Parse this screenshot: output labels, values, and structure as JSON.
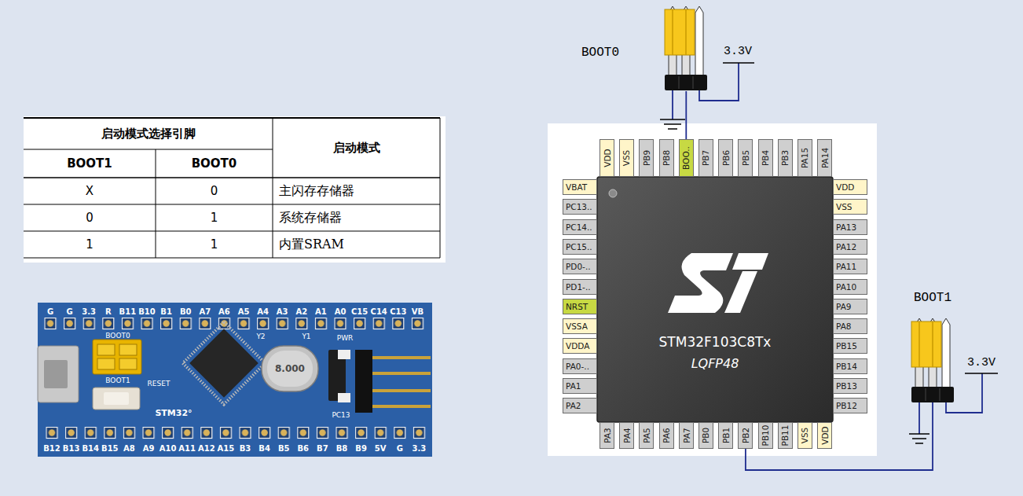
{
  "diagram": {
    "nodes": [
      {
        "text": [
          "BOOT0"
        ]
      },
      {
        "text": [
          "VDD"
        ]
      },
      {
        "text": [
          "VSS"
        ]
      },
      {
        "text": [
          "PB9"
        ]
      },
      {
        "text": [
          "PB8"
        ]
      },
      {
        "text": [
          "BOO.."
        ]
      },
      {
        "text": [
          "PB7"
        ]
      },
      {
        "text": [
          "PB6"
        ]
      },
      {
        "text": [
          "PB5"
        ]
      },
      {
        "text": [
          "PB4"
        ]
      },
      {
        "text": [
          "PB3"
        ]
      },
      {
        "text": [
          "PA15"
        ]
      },
      {
        "text": [
          "PA14"
        ]
      },
      {
        "text": [
          "STM32F103C8Tx",
          "LQFP48"
        ]
      },
      {
        "text": [
          "VBAT"
        ]
      },
      {
        "text": [
          "PC13.."
        ]
      },
      {
        "text": [
          "PC14.."
        ]
      },
      {
        "text": [
          "PC15.."
        ]
      },
      {
        "text": [
          "PD0-.."
        ]
      },
      {
        "text": [
          "PD1-.."
        ]
      },
      {
        "text": [
          "NRST"
        ]
      },
      {
        "text": [
          "VSSA"
        ]
      },
      {
        "text": [
          "VDDA"
        ]
      },
      {
        "text": [
          "PA0-.."
        ]
      },
      {
        "text": [
          "PA1"
        ]
      },
      {
        "text": [
          "PA2"
        ]
      },
      {
        "text": [
          "VDD"
        ]
      },
      {
        "text": [
          "VSS"
        ]
      },
      {
        "text": [
          "PA13"
        ]
      },
      {
        "text": [
          "PA12"
        ]
      },
      {
        "text": [
          "PA11"
        ]
      },
      {
        "text": [
          "PA10"
        ]
      },
      {
        "text": [
          "PA9"
        ]
      },
      {
        "text": [
          "PA8"
        ]
      },
      {
        "text": [
          "PB15"
        ]
      },
      {
        "text": [
          "PB14"
        ]
      },
      {
        "text": [
          "PB13"
        ]
      },
      {
        "text": [
          "PB12"
        ]
      },
      {
        "text": [
          "PA3"
        ]
      },
      {
        "text": [
          "PA4"
        ]
      },
      {
        "text": [
          "PA5"
        ]
      },
      {
        "text": [
          "PA6"
        ]
      },
      {
        "text": [
          "PA7"
        ]
      },
      {
        "text": [
          "PB0"
        ]
      },
      {
        "text": [
          "PB1"
        ]
      },
      {
        "text": [
          "PB2"
        ]
      },
      {
        "text": [
          "PB10"
        ]
      },
      {
        "text": [
          "PB11"
        ]
      },
      {
        "text": [
          "VSS"
        ]
      },
      {
        "text": [
          "VDD"
        ]
      },
      {
        "text": [
          "BOOT1"
        ]
      }
    ],
    "edges": [
      {
        "from": 0,
        "to": 5,
        "arrow": "none"
      },
      {
        "from": 45,
        "to": 50,
        "arrow": "none"
      }
    ],
    "labels": [
      "启动模式选择引脚",
      "启动模式",
      "BOOT1",
      "BOOT0",
      "X",
      "0",
      "主闪存存储器",
      "0",
      "1",
      "系统存储器",
      "1",
      "1",
      "内置SRAM",
      "G",
      "G",
      "3.3",
      "R",
      "B11",
      "B10",
      "B1",
      "B0",
      "A7",
      "A6",
      "A5",
      "A4",
      "A3",
      "A2",
      "A1",
      "A0",
      "C15",
      "C14",
      "C13",
      "VB",
      "B12",
      "B13",
      "B14",
      "B15",
      "A8",
      "A9",
      "A10",
      "A11",
      "A12",
      "A15",
      "B3",
      "B4",
      "B5",
      "B6",
      "B7",
      "B8",
      "B9",
      "5V",
      "G",
      "3.3",
      "BOOT0",
      "BOOT1",
      "RESET",
      "STM32°",
      "8.000",
      "Y2",
      "Y1",
      "PWR",
      "PC13",
      "3.3V",
      "3.3V"
    ]
  }
}
